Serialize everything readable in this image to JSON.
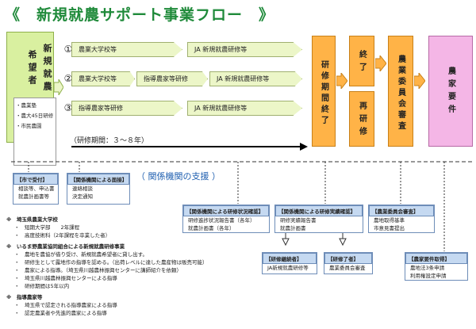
{
  "title": "《　新規就農サポート事業フロー　》",
  "applicant": {
    "name": "新規就農希望者",
    "types": [
      "・農業塾",
      "・農大45日研修",
      "・市民農園"
    ]
  },
  "paths": [
    {
      "num": "①",
      "steps": [
        "農業大学校等",
        "JA 新規就農研修等"
      ]
    },
    {
      "num": "②",
      "steps": [
        "農業大学校等",
        "指導農家等研修",
        "JA 新規就農研修等"
      ]
    },
    {
      "num": "③",
      "steps": [
        "指導農家等研修",
        "JA 新規就農研修等"
      ]
    }
  ],
  "training_end": "研修期間終了",
  "end": "終了",
  "retrain": "再研修",
  "committee_review": "農業委員会審査",
  "farmer_req": "農家要件",
  "period": "（研修期間：３～８年）",
  "support_title": "（ 関係機関の支援 ）",
  "notes": {
    "n1": {
      "head": "【市で受付】",
      "lines": [
        "相談等、申込書",
        "就農計画書等"
      ]
    },
    "n2": {
      "head": "【関係機関による面接】",
      "lines": [
        "連絡相談",
        "決定通知"
      ]
    },
    "n3": {
      "head": "【関係機関による研修状況確認】",
      "lines": [
        "研修進捗状況報告書（各年）",
        "就農計画書（各年）"
      ]
    },
    "n4": {
      "head": "【関係機関による研修実績確認】",
      "lines": [
        "研修実績報告書",
        "就農計画書"
      ]
    },
    "n5": {
      "head": "【農業委員会審査】",
      "lines": [
        "農地取得基準",
        "市意見書提出"
      ]
    },
    "n6": {
      "head": "【研修継続者】",
      "lines": [
        "JA新規就農研修等"
      ]
    },
    "n7": {
      "head": "【研修了者】",
      "lines": [
        "農業委員会審査"
      ]
    },
    "n8": {
      "head": "【農家要件取得】",
      "lines": [
        "農地法3条申請",
        "利用権設定申請"
      ]
    }
  },
  "footnotes": [
    {
      "type": "head",
      "text": "※　埼玉県農業大学校"
    },
    {
      "type": "line",
      "text": "・　短期大学部　　2年課程"
    },
    {
      "type": "line",
      "text": "・　高度技術科（2年課程を卒業した者）"
    },
    {
      "type": "head",
      "text": "※　いるま野農業協同組合による新規就農研修事業"
    },
    {
      "type": "line",
      "text": "・　農地を農協が借り受け、新規就農希望者に貸し出す。"
    },
    {
      "type": "line",
      "text": "・　研修生として露地作の指導を認める。（出荷レベルに達した農産物は販売可能）"
    },
    {
      "type": "line",
      "text": "・　農家による指導。（埼玉県川越農林振興センターに講師紹介を依頼）"
    },
    {
      "type": "line",
      "text": "・　埼玉県川越農林振興センターによる指導"
    },
    {
      "type": "line",
      "text": "・　研修期間は5年以内"
    },
    {
      "type": "head",
      "text": "※　指導農家等"
    },
    {
      "type": "line",
      "text": "・　埼玉県で認定される指導農家による指導"
    },
    {
      "type": "line",
      "text": "・　認定農業者や先進的農家による指導"
    }
  ],
  "colors": {
    "title": "#1f8a3a",
    "applicant_bg": "#d9f0a0",
    "step_bg": "#ecf6c8",
    "stage_bg": "#ffb347",
    "farmer_bg": "#f4b6e6",
    "note_head_bg": "#c5d9f1",
    "support_text": "#1f5fb0"
  }
}
